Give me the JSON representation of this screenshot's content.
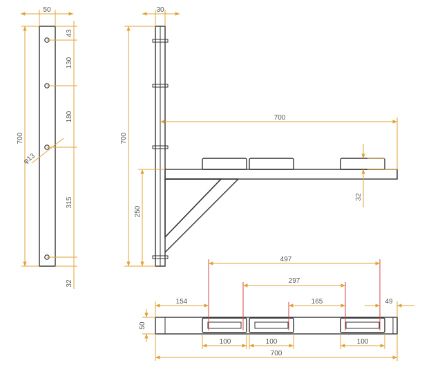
{
  "colors": {
    "part": "#333333",
    "dimension_line": "#e0a33a",
    "reference_line": "#d64545",
    "text": "#555555",
    "background": "#ffffff"
  },
  "views": {
    "side_view": {
      "width": "50",
      "height": "700",
      "hole_diameter": "φ13",
      "hole_spacing": [
        "43",
        "130",
        "180",
        "315",
        "32"
      ]
    },
    "front_view": {
      "post_width": "30",
      "height": "700",
      "arm_length": "700",
      "brace_height": "250",
      "arm_thickness": "32"
    },
    "top_view": {
      "span_outer": "497",
      "span_inner": "297",
      "offset_left": "154",
      "offset_middle": "165",
      "offset_right": "49",
      "depth": "50",
      "slot_width_1": "100",
      "slot_width_2": "100",
      "slot_width_3": "100",
      "total_length": "700"
    }
  }
}
